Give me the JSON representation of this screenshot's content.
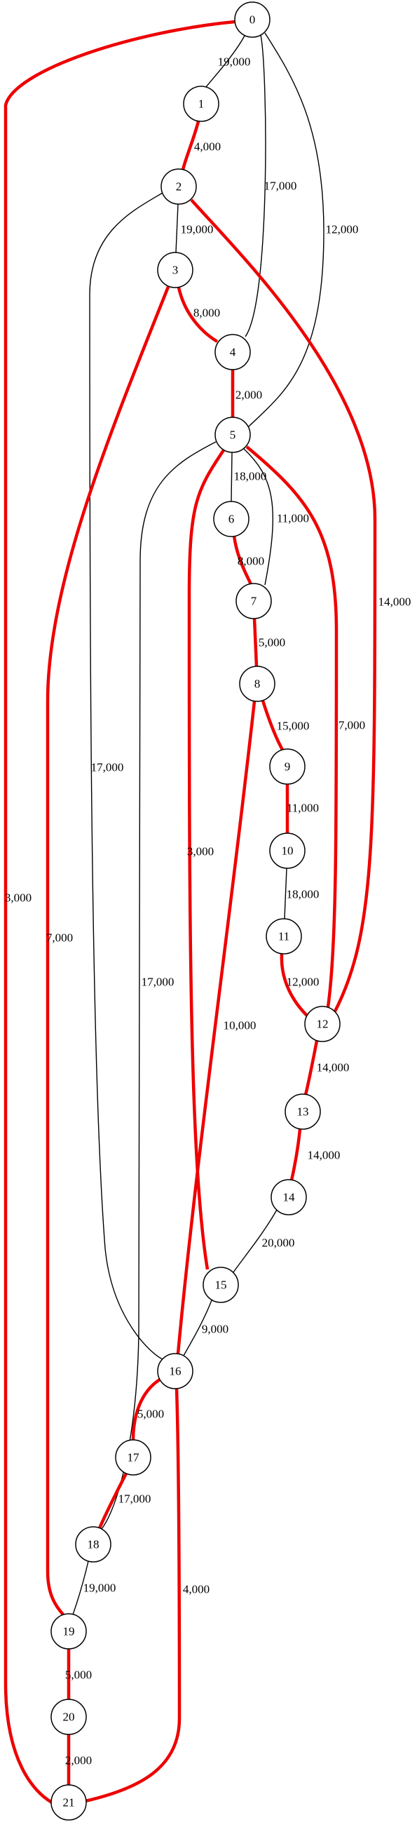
{
  "colors": {
    "highlight": "#ee0000",
    "normal": "#000000"
  },
  "nodes": [
    "0",
    "1",
    "2",
    "3",
    "4",
    "5",
    "6",
    "7",
    "8",
    "9",
    "10",
    "11",
    "12",
    "13",
    "14",
    "15",
    "16",
    "17",
    "18",
    "19",
    "20",
    "21"
  ],
  "edges": [
    {
      "from": "0",
      "to": "1",
      "label": "19,000",
      "highlight": false
    },
    {
      "from": "0",
      "to": "4",
      "label": "17,000",
      "highlight": false
    },
    {
      "from": "0",
      "to": "5",
      "label": "12,000",
      "highlight": false
    },
    {
      "from": "0",
      "to": "21",
      "label": "3,000",
      "highlight": true
    },
    {
      "from": "1",
      "to": "2",
      "label": "4,000",
      "highlight": true
    },
    {
      "from": "2",
      "to": "3",
      "label": "19,000",
      "highlight": false
    },
    {
      "from": "2",
      "to": "12",
      "label": "14,000",
      "highlight": true
    },
    {
      "from": "2",
      "to": "16",
      "label": "17,000",
      "highlight": false
    },
    {
      "from": "3",
      "to": "4",
      "label": "8,000",
      "highlight": true
    },
    {
      "from": "3",
      "to": "19",
      "label": "7,000",
      "highlight": true
    },
    {
      "from": "4",
      "to": "5",
      "label": "2,000",
      "highlight": true
    },
    {
      "from": "5",
      "to": "6",
      "label": "18,000",
      "highlight": false
    },
    {
      "from": "5",
      "to": "7",
      "label": "11,000",
      "highlight": false
    },
    {
      "from": "5",
      "to": "12",
      "label": "7,000",
      "highlight": true
    },
    {
      "from": "5",
      "to": "15",
      "label": "3,000",
      "highlight": true
    },
    {
      "from": "5",
      "to": "18",
      "label": "17,000",
      "highlight": false
    },
    {
      "from": "6",
      "to": "7",
      "label": "8,000",
      "highlight": true
    },
    {
      "from": "7",
      "to": "8",
      "label": "5,000",
      "highlight": true
    },
    {
      "from": "8",
      "to": "9",
      "label": "15,000",
      "highlight": true
    },
    {
      "from": "8",
      "to": "16",
      "label": "10,000",
      "highlight": true
    },
    {
      "from": "9",
      "to": "10",
      "label": "11,000",
      "highlight": true
    },
    {
      "from": "10",
      "to": "11",
      "label": "18,000",
      "highlight": false
    },
    {
      "from": "11",
      "to": "12",
      "label": "12,000",
      "highlight": true
    },
    {
      "from": "12",
      "to": "13",
      "label": "14,000",
      "highlight": true
    },
    {
      "from": "13",
      "to": "14",
      "label": "14,000",
      "highlight": true
    },
    {
      "from": "14",
      "to": "15",
      "label": "20,000",
      "highlight": false
    },
    {
      "from": "15",
      "to": "16",
      "label": "9,000",
      "highlight": false
    },
    {
      "from": "16",
      "to": "17",
      "label": "5,000",
      "highlight": true
    },
    {
      "from": "16",
      "to": "21",
      "label": "4,000",
      "highlight": true
    },
    {
      "from": "17",
      "to": "18",
      "label": "17,000",
      "highlight": true
    },
    {
      "from": "18",
      "to": "19",
      "label": "19,000",
      "highlight": false
    },
    {
      "from": "19",
      "to": "20",
      "label": "5,000",
      "highlight": true
    },
    {
      "from": "20",
      "to": "21",
      "label": "2,000",
      "highlight": true
    }
  ]
}
